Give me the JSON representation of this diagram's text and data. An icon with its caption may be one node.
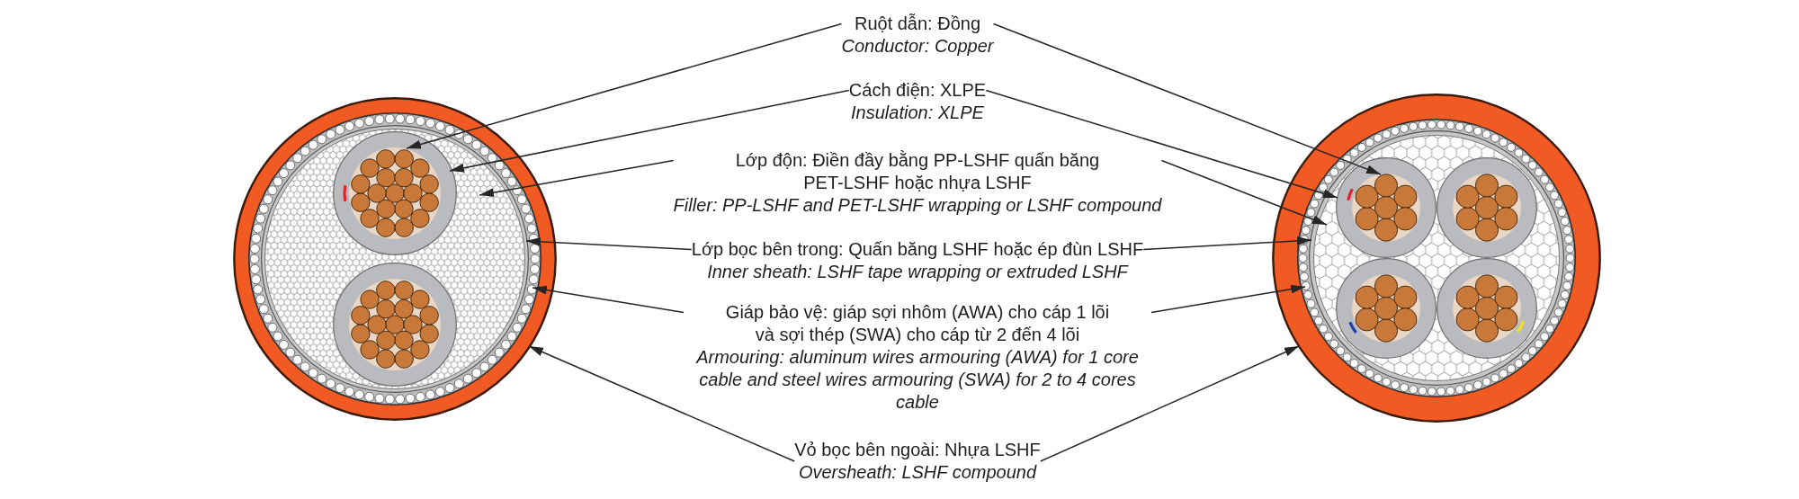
{
  "diagram": {
    "nodes": [
      {
        "text": [],
        "shape": "circle"
      },
      {
        "text": [],
        "shape": "circle",
        "in": 0
      },
      {
        "text": [],
        "shape": "circle",
        "in": 1
      },
      {
        "text": [],
        "shape": "circle",
        "in": 2
      },
      {
        "text": [],
        "shape": "circle",
        "in": 3
      },
      {
        "text": [],
        "shape": "circle",
        "in": 4
      },
      {
        "text": [],
        "shape": "circle",
        "in": 3
      },
      {
        "text": [],
        "shape": "circle",
        "in": 6
      },
      {
        "text": [
          "Ruột dẫn: Đồng",
          "Conductor: Copper"
        ]
      },
      {
        "text": [
          "Cách điện: XLPE",
          "Insulation: XLPE"
        ]
      },
      {
        "text": [
          "Lớp độn: Điền đầy bằng PP-LSHF quấn băng PET-LSHF hoặc nhựa LSHF",
          "Filler: PP-LSHF and PET-LSHF wrapping or LSHF compound"
        ]
      },
      {
        "text": [
          "Lớp bọc bên trong: Quấn băng LSHF hoặc ép đùn LSHF",
          "Inner sheath: LSHF tape wrapping or extruded LSHF"
        ]
      },
      {
        "text": [
          "Giáp bảo vệ: giáp sợi nhôm (AWA) cho cáp 1 lõi và sợi thép (SWA) cho cáp từ 2 đến 4 lõi",
          "Armouring: aluminum wires armouring (AWA) for 1 core cable and steel wires armouring (SWA) for 2 to 4 cores cable"
        ]
      },
      {
        "text": [
          "Vỏ bọc bên ngoài: Nhựa LSHF",
          "Oversheath: LSHF compound"
        ]
      },
      {
        "text": [],
        "shape": "circle"
      },
      {
        "text": [],
        "shape": "circle",
        "in": 14
      },
      {
        "text": [],
        "shape": "circle",
        "in": 15
      },
      {
        "text": [],
        "shape": "circle",
        "in": 16
      },
      {
        "text": [],
        "shape": "circle",
        "in": 17
      },
      {
        "text": [],
        "shape": "circle",
        "in": 18
      },
      {
        "text": [],
        "shape": "circle",
        "in": 17
      },
      {
        "text": [],
        "shape": "circle",
        "in": 20
      },
      {
        "text": [],
        "shape": "circle",
        "in": 17
      },
      {
        "text": [],
        "shape": "circle",
        "in": 22
      },
      {
        "text": [],
        "shape": "circle",
        "in": 17
      },
      {
        "text": [],
        "shape": "circle",
        "in": 24
      }
    ],
    "edges": [
      {
        "from": 8,
        "to": 5,
        "arrow": "to"
      },
      {
        "from": 8,
        "to": 19,
        "arrow": "to"
      },
      {
        "from": 9,
        "to": 4,
        "arrow": "to"
      },
      {
        "from": 9,
        "to": 18,
        "arrow": "to"
      },
      {
        "from": 10,
        "to": 3,
        "arrow": "to"
      },
      {
        "from": 10,
        "to": 17,
        "arrow": "to"
      },
      {
        "from": 11,
        "to": 2,
        "arrow": "to"
      },
      {
        "from": 11,
        "to": 16,
        "arrow": "to"
      },
      {
        "from": 12,
        "to": 1,
        "arrow": "to"
      },
      {
        "from": 12,
        "to": 15,
        "arrow": "to"
      },
      {
        "from": 13,
        "to": 0,
        "arrow": "to"
      },
      {
        "from": 13,
        "to": 14,
        "arrow": "to"
      }
    ]
  }
}
